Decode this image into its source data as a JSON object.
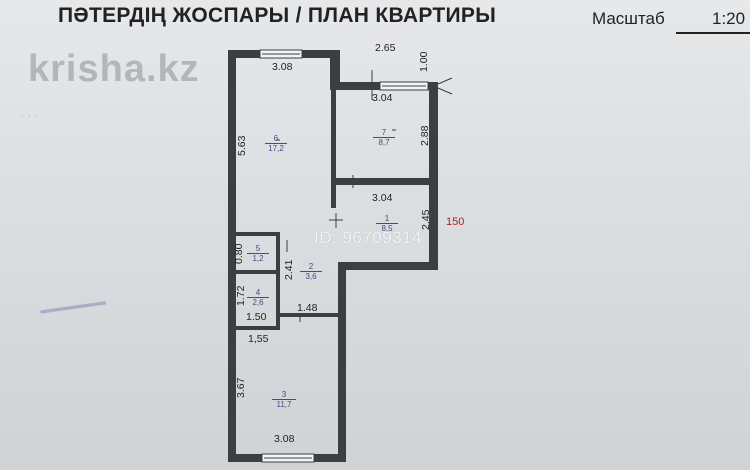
{
  "header": {
    "title": "ПӘТЕРДІҢ ЖОСПАРЫ / ПЛАН КВАРТИРЫ",
    "scale_label": "Масштаб",
    "scale_value": "1:20"
  },
  "watermark": "krisha.kz",
  "listing_id": "ID: 96709314",
  "marker": "150",
  "dimensions": {
    "top_room6": "3.08",
    "top_right": "2.65",
    "top_right_v": "1.00",
    "room7_top": "3.04",
    "room7_side": "2.88",
    "room6_side": "5.63",
    "room7_bottom": "3.04",
    "corridor_side": "2.45",
    "wc_side": "0.80",
    "hall_side": "2.41",
    "bath_side": "1.72",
    "hall_bottom": "1.48",
    "bath_bottom": "1.50",
    "room3_top": "1,55",
    "room3_side": "3.67",
    "room3_bottom": "3.08"
  },
  "rooms": {
    "r6": {
      "num": "6",
      "area": "17,2"
    },
    "r7": {
      "num": "7",
      "area": "8,7"
    },
    "r1": {
      "num": "1",
      "area": "8,5"
    },
    "r5": {
      "num": "5",
      "area": "1,2"
    },
    "r2": {
      "num": "2",
      "area": "3,6"
    },
    "r4": {
      "num": "4",
      "area": "2,6"
    },
    "r3": {
      "num": "3",
      "area": "11,7"
    }
  },
  "colors": {
    "wall": "#3c3e42",
    "stamp": "#46509a",
    "marker": "#b32222"
  }
}
